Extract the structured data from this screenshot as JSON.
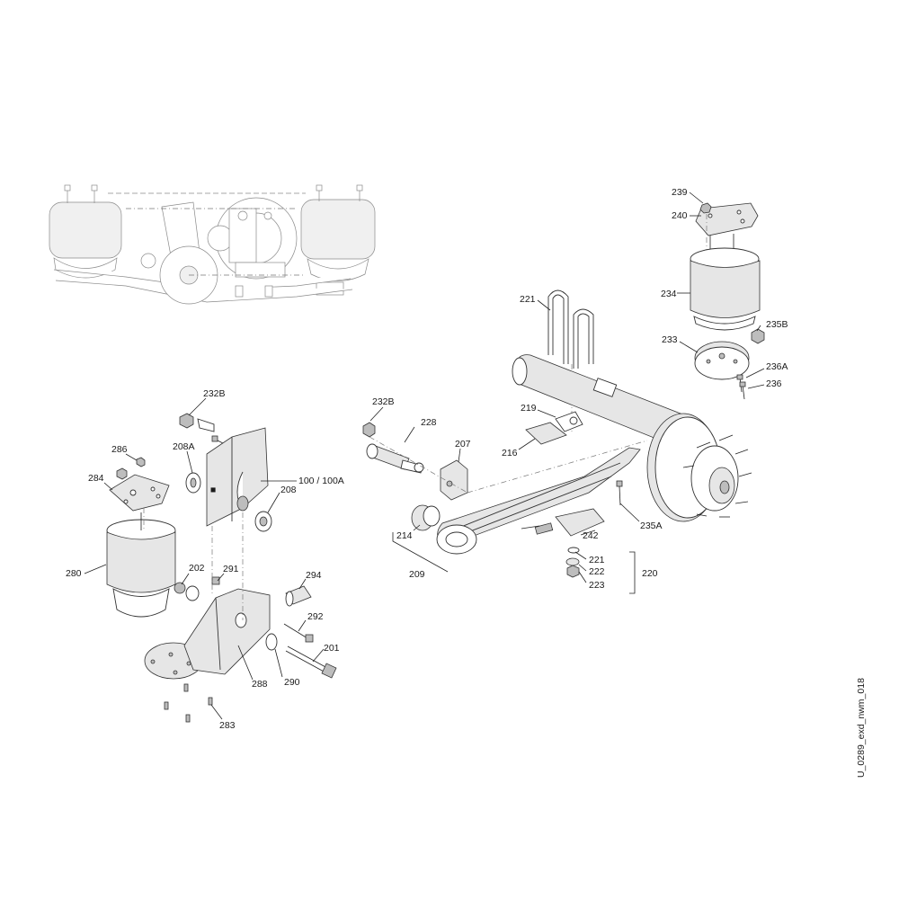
{
  "drawing_id": "U_0289_exd_nwm_018",
  "callouts": {
    "c239": "239",
    "c240": "240",
    "c234": "234",
    "c235B": "235B",
    "c233": "233",
    "c236A": "236A",
    "c236": "236",
    "c221top": "221",
    "c232B_right": "232B",
    "c228": "228",
    "c219": "219",
    "c216": "216",
    "c207": "207",
    "c235A": "235A",
    "c242": "242",
    "c214": "214",
    "c209": "209",
    "c221": "221",
    "c222": "222",
    "c223": "223",
    "c220": "220",
    "c232B_left": "232B",
    "c286": "286",
    "c208A": "208A",
    "c284": "284",
    "c100": "100 / 100A",
    "c208": "208",
    "c280": "280",
    "c202": "202",
    "c291": "291",
    "c294": "294",
    "c292": "292",
    "c201": "201",
    "c290": "290",
    "c288": "288",
    "c283": "283"
  }
}
